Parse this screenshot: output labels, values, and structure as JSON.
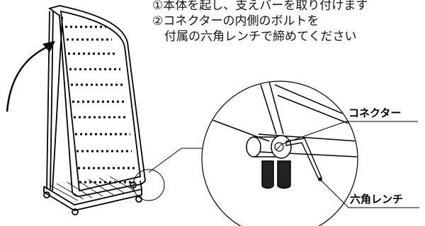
{
  "instructions": {
    "step1": "①本体を起し、支えバーを取り付けます",
    "step2": "②コネクターの内側のボルトを",
    "step2_cont": "付属の六角レンチで締めてください"
  },
  "labels": {
    "connector": "コネクター",
    "hex_wrench": "六角レンチ"
  },
  "icons": {
    "rotate_arrow": "curved-arrow-icon",
    "bolt": "bolt-icon",
    "wrench": "hex-wrench-icon"
  }
}
